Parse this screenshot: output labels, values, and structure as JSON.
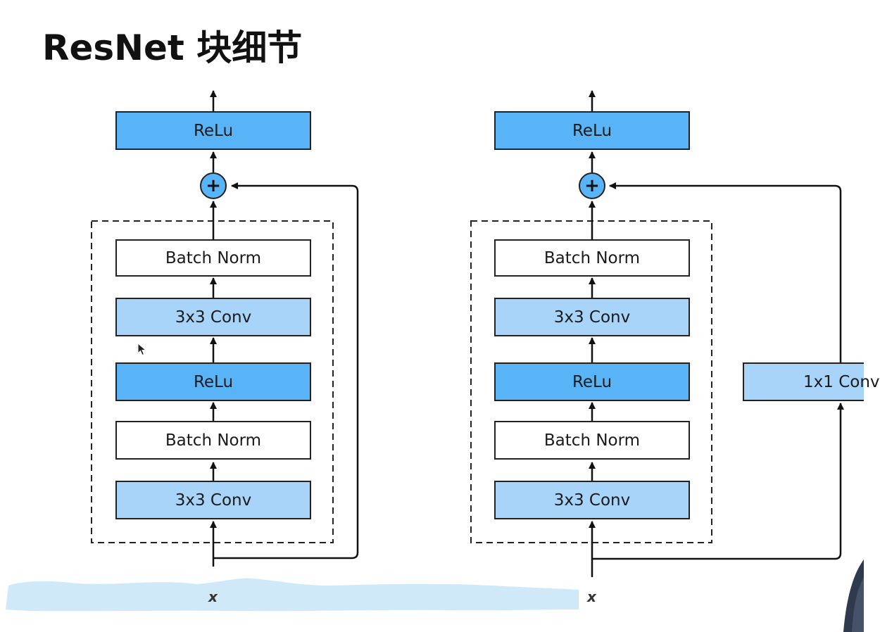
{
  "title": "ResNet 块细节",
  "blocks": [
    {
      "layers": [
        "ReLu",
        "Batch Norm",
        "3x3 Conv",
        "ReLu",
        "Batch Norm",
        "3x3 Conv"
      ],
      "add_symbol": "+",
      "input_label": "x"
    },
    {
      "layers": [
        "ReLu",
        "Batch Norm",
        "3x3 Conv",
        "ReLu",
        "Batch Norm",
        "3x3 Conv"
      ],
      "add_symbol": "+",
      "input_label": "x",
      "shortcut_layer": "1x1 Conv"
    }
  ],
  "colors": {
    "relu": "#59b4f7",
    "conv": "#a9d4fa",
    "batch_norm": "#ffffff",
    "highlight": "#cfe9f9"
  }
}
